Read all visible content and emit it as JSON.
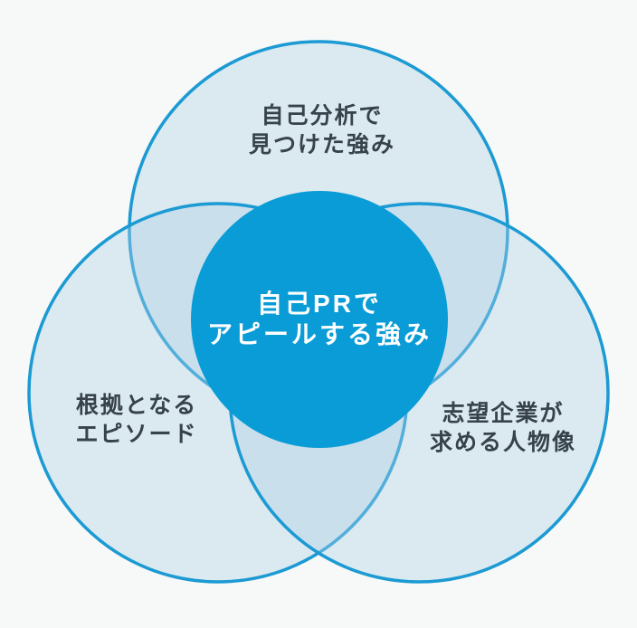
{
  "diagram": {
    "type": "venn-3-circle",
    "center_label": {
      "line1": "自己PRで",
      "line2": "アピールする強み"
    },
    "sets": {
      "top": {
        "line1": "自己分析で",
        "line2": "見つけた強み"
      },
      "left": {
        "line1": "根拠となる",
        "line2": "エピソード"
      },
      "right": {
        "line1": "志望企業が",
        "line2": "求める人物像"
      }
    }
  },
  "colors": {
    "background": "#f7f8f8",
    "set_fill": "#add0e5",
    "set_stroke": "#1b9ad3",
    "center_fill": "#0a9cd6",
    "label_text": "#37424b",
    "center_text": "#ffffff"
  }
}
